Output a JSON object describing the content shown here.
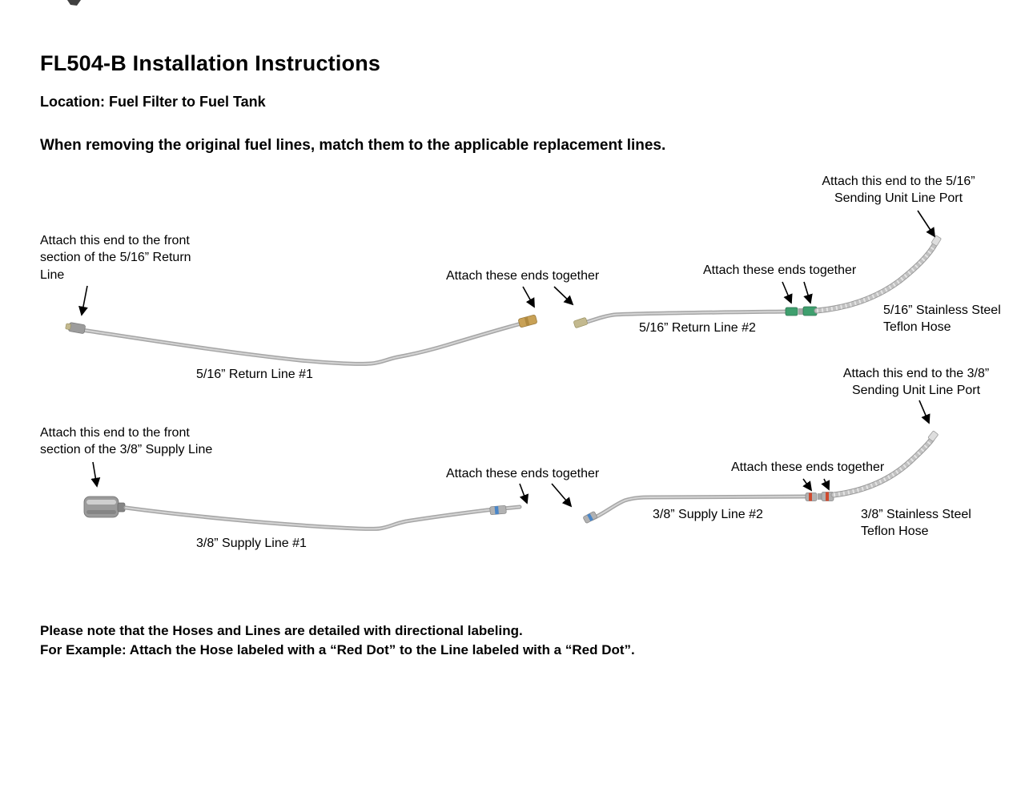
{
  "header": {
    "title": "FL504-B Installation Instructions",
    "location": "Location: Fuel Filter to Fuel Tank",
    "instruction": "When removing the original fuel lines, match them to the applicable replacement lines."
  },
  "return_line": {
    "attach_front": "Attach this end to the front\nsection of the 5/16” Return\nLine",
    "attach_mid": "Attach these ends together",
    "attach_right": "Attach  these ends together",
    "sending_port": "Attach this end to the 5/16”\nSending Unit Line Port",
    "line1": "5/16” Return Line #1",
    "line2": "5/16” Return Line #2",
    "hose": "5/16” Stainless Steel\nTeflon Hose"
  },
  "supply_line": {
    "attach_front": "Attach this end to the front\nsection of the 3/8” Supply Line",
    "attach_mid": "Attach these ends together",
    "attach_right": "Attach these ends together",
    "sending_port": "Attach this end to the 3/8”\nSending Unit Line Port",
    "line1": "3/8” Supply Line #1",
    "line2": "3/8” Supply Line #2",
    "hose": "3/8” Stainless Steel\nTeflon Hose"
  },
  "footer": {
    "note1": "Please note that the Hoses and Lines are detailed with directional labeling.",
    "note2": "For Example: Attach the Hose labeled with a “Red Dot” to the Line labeled with a “Red Dot”."
  },
  "colors": {
    "tube": "#a6a6a6",
    "tube_highlight": "#d4d4d4",
    "hose": "#c2c2c2",
    "fitting_brass": "#c8a156",
    "fitting_green": "#3f9f6e",
    "dot_blue": "#4a86c8",
    "dot_red": "#cf4a2e",
    "text": "#000000"
  }
}
